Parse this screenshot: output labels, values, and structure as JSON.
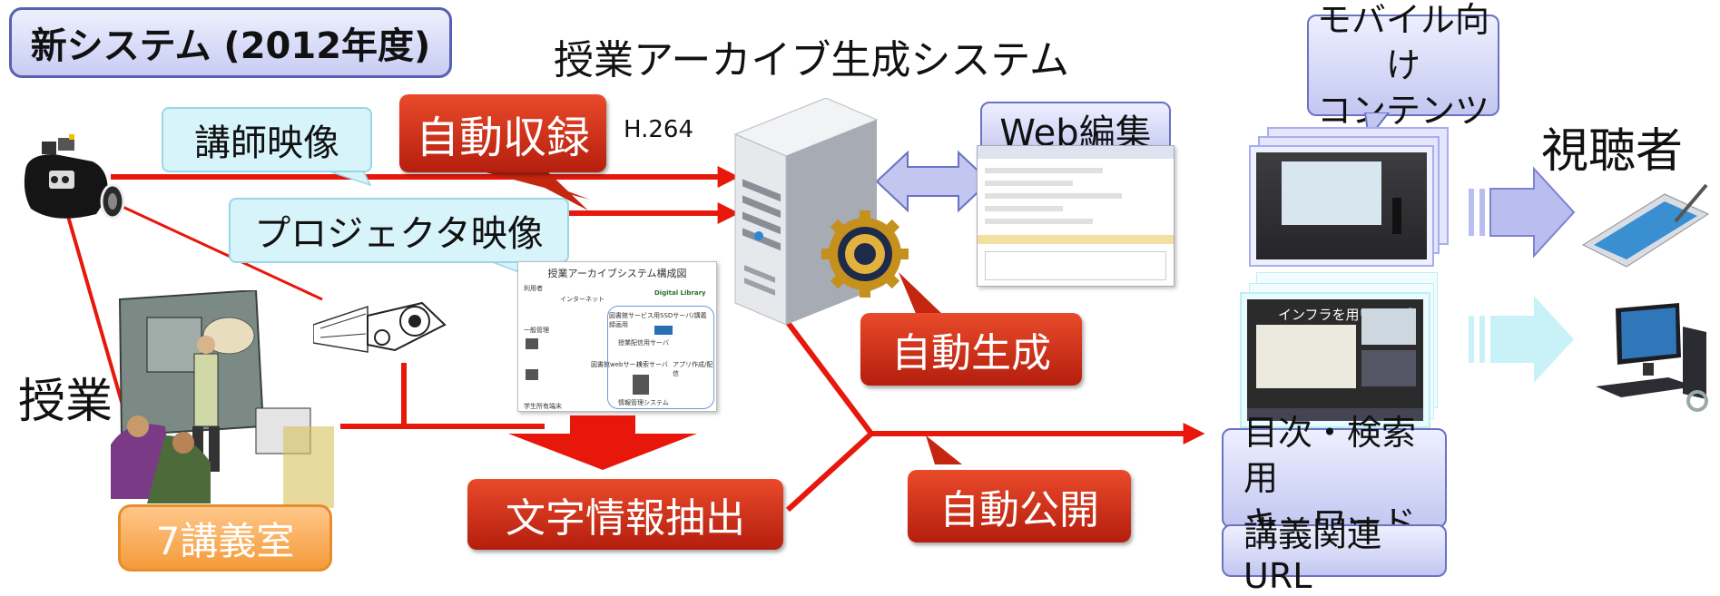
{
  "new_system_label": "新システム (2012年度)",
  "title": "授業アーカイブ生成システム",
  "callouts": {
    "lecturer_video": "講師映像",
    "projector_video": "プロジェクタ映像"
  },
  "red_labels": {
    "auto_record": "自動収録",
    "auto_generate": "自動生成",
    "text_extract": "文字情報抽出",
    "auto_publish": "自動公開"
  },
  "h264": "H.264",
  "web_edit": "Web編集",
  "mobile_content": [
    "モバイル向け",
    "コンテンツ"
  ],
  "viewer": "視聴者",
  "lecture": "授業",
  "room": "7講義室",
  "index_keyword": [
    "目次・検索用",
    "キーワード"
  ],
  "lecture_url": "講義関連URL",
  "diagram_doc": {
    "title": "授業アーカイブシステム構成図",
    "users": "利用者",
    "internet": "インターネット",
    "brand": "Digital Library",
    "server_text": "図書館サービス用SSDサーバ/講義録画用",
    "label_a": "一般管理",
    "label_b": "授業配信用サーバ",
    "label_c": "図書館webサーバ",
    "label_d": "検索サーバ",
    "label_e": "アプリ作成/配信",
    "label_f": "情報管理システム",
    "label_g": "学生所有端末"
  },
  "slide_title": "インフラを用いない手法",
  "colors": {
    "red": "#e8170c",
    "blue_arrow": "#b9bdf0",
    "cyan_arrow": "#c9f2f8"
  }
}
